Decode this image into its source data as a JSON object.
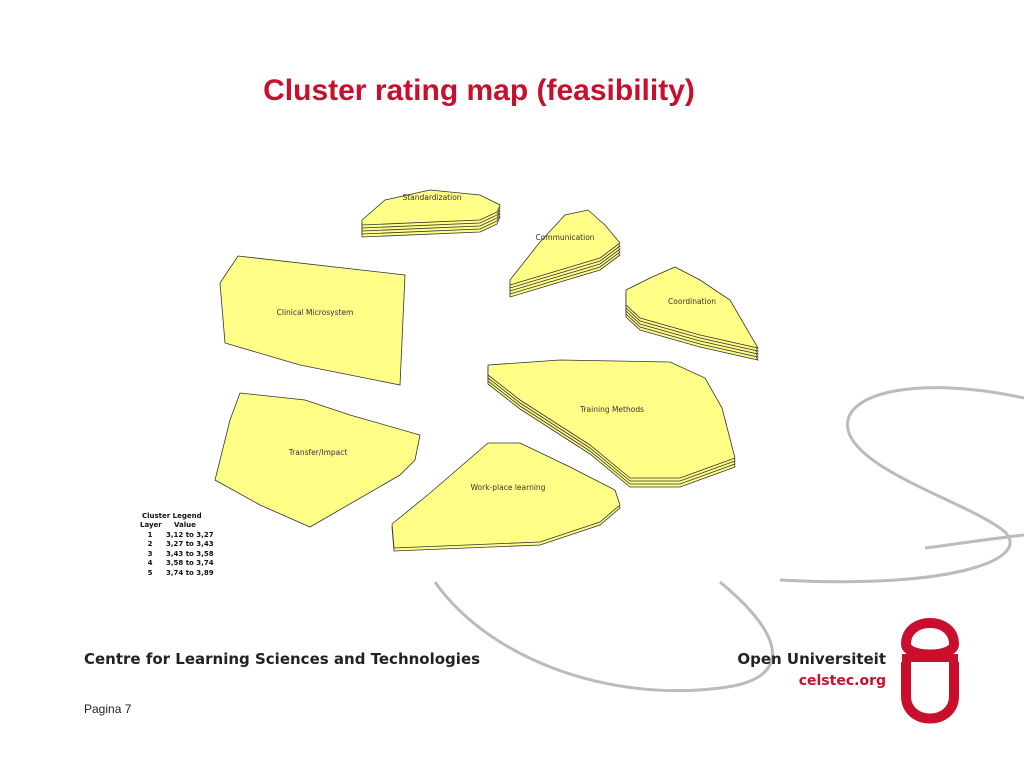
{
  "slide": {
    "title": "Cluster rating map (feasibility)",
    "page_label": "Pagina 7"
  },
  "clusters": [
    {
      "name": "Standardization",
      "layers": 5
    },
    {
      "name": "Communication",
      "layers": 5
    },
    {
      "name": "Coordination",
      "layers": 5
    },
    {
      "name": "Clinical Microsystem",
      "layers": 1
    },
    {
      "name": "Training Methods",
      "layers": 4
    },
    {
      "name": "Transfer/Impact",
      "layers": 1
    },
    {
      "name": "Work-place learning",
      "layers": 2
    }
  ],
  "legend": {
    "title": "Cluster Legend",
    "col_layer": "Layer",
    "col_value": "Value",
    "rows": [
      {
        "layer": "1",
        "value": "3,12 to 3,27"
      },
      {
        "layer": "2",
        "value": "3,27 to 3,43"
      },
      {
        "layer": "3",
        "value": "3,43 to 3,58"
      },
      {
        "layer": "4",
        "value": "3,58 to 3,74"
      },
      {
        "layer": "5",
        "value": "3,74 to 3,89"
      }
    ]
  },
  "footer": {
    "org_left": "Centre for Learning Sciences and Technologies",
    "brand_name": "Open Universiteit",
    "brand_site": "celstec.org"
  },
  "colors": {
    "title": "#c8102e",
    "cluster_fill": "#ffff88",
    "cluster_stroke": "#333333",
    "logo_red": "#c8102e",
    "swoosh": "#bbbbbb"
  }
}
